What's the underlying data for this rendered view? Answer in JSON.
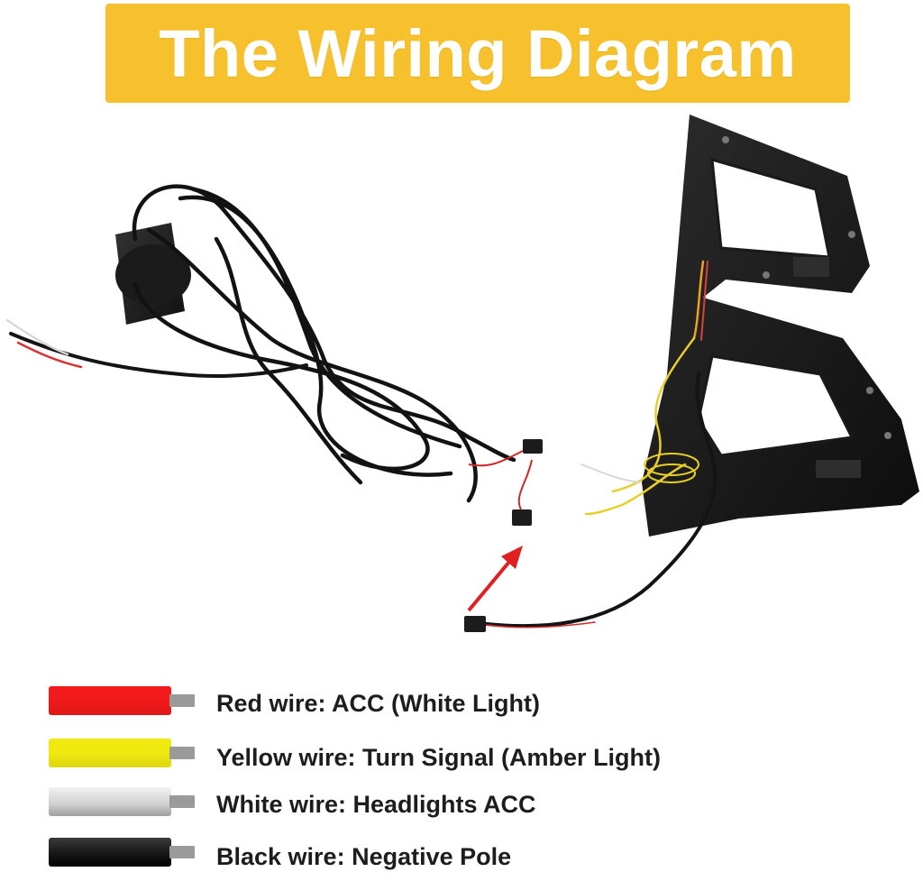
{
  "title": "The Wiring Diagram",
  "colors": {
    "banner": "#f6c12c",
    "red": "#f21a1a",
    "yellow": "#f0ea10",
    "white": "#d9d9d9",
    "black": "#1a1a1a",
    "arrow": "#e02020"
  },
  "legend": [
    {
      "label": "Red wire: ACC (White Light)",
      "color": "red"
    },
    {
      "label": "Yellow wire: Turn Signal (Amber Light)",
      "color": "yellow"
    },
    {
      "label": "White wire: Headlights ACC",
      "color": "white"
    },
    {
      "label": "Black wire: Negative Pole",
      "color": "black"
    }
  ]
}
